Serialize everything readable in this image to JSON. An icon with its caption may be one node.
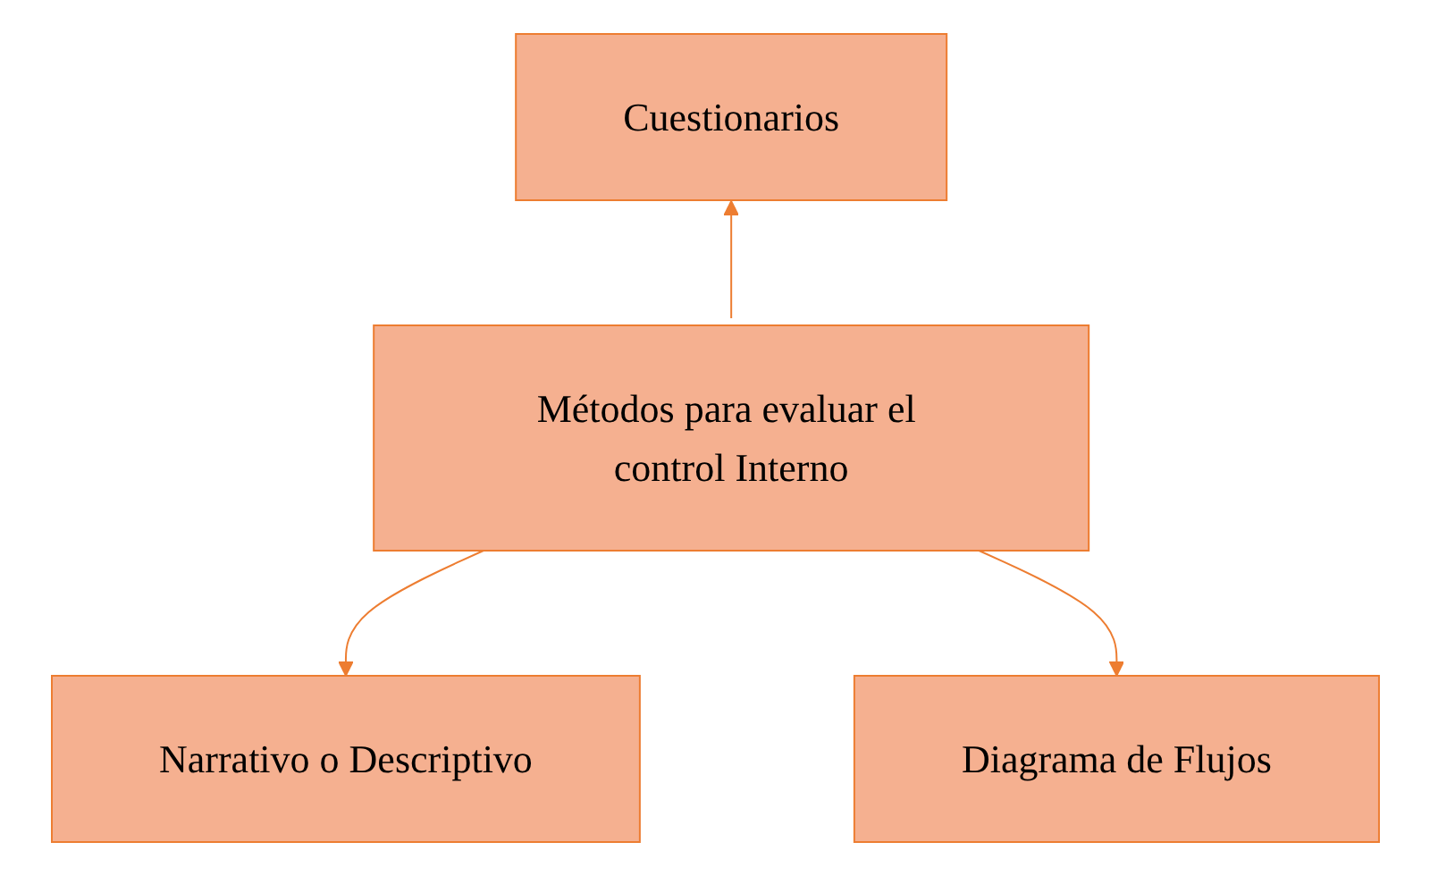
{
  "diagram": {
    "nodes": [
      {
        "text": [
          "Cuestionarios"
        ]
      },
      {
        "text": [
          "Métodos para evaluar el control Interno"
        ]
      },
      {
        "text": [
          "Narrativo o Descriptivo"
        ]
      },
      {
        "text": [
          "Diagrama de Flujos"
        ]
      }
    ],
    "edges": [
      {
        "from": 1,
        "to": 0,
        "arrow": "to"
      },
      {
        "from": 1,
        "to": 2,
        "arrow": "to"
      },
      {
        "from": 1,
        "to": 3,
        "arrow": "to"
      }
    ]
  }
}
